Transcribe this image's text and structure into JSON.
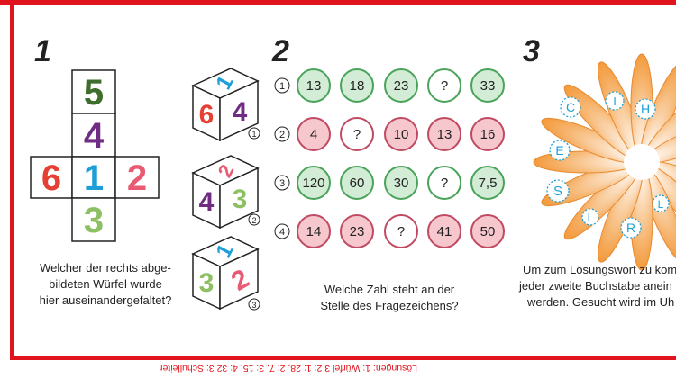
{
  "puzzles": {
    "p1": {
      "number": "1",
      "net": {
        "top": "5",
        "upper": "4",
        "left": "6",
        "center": "1",
        "right": "2",
        "bottom": "3"
      },
      "question_lines": [
        "Welcher der rechts abge-",
        "bildeten Würfel wurde",
        "hier auseinandergefaltet?"
      ],
      "cubes": [
        {
          "label": "1",
          "top": "1",
          "left": "6",
          "right": "4"
        },
        {
          "label": "2",
          "top": "2",
          "left": "4",
          "right": "3"
        },
        {
          "label": "3",
          "top": "1",
          "left": "3",
          "right": "2"
        }
      ]
    },
    "p2": {
      "number": "2",
      "rows": [
        {
          "label": "1",
          "values": [
            "13",
            "18",
            "23",
            "?",
            "33"
          ]
        },
        {
          "label": "2",
          "values": [
            "4",
            "?",
            "10",
            "13",
            "16"
          ]
        },
        {
          "label": "3",
          "values": [
            "120",
            "60",
            "30",
            "?",
            "7,5"
          ]
        },
        {
          "label": "4",
          "values": [
            "14",
            "23",
            "?",
            "41",
            "50"
          ]
        }
      ],
      "question_lines": [
        "Welche Zahl steht an der",
        "Stelle des Fragezeichens?"
      ]
    },
    "p3": {
      "number": "3",
      "letters": [
        "C",
        "I",
        "H",
        "E",
        "S",
        "L",
        "R",
        "L"
      ],
      "question_lines": [
        "Um zum Lösungswort zu kom",
        "jeder zweite Buchstabe anein",
        "werden. Gesucht wird im Uh"
      ]
    }
  },
  "solution": "Lösungen: 1: Würfel 3 2: 1: 28, 2: 7, 3: 15, 4: 32 3: Schulleiter",
  "colors": {
    "frame": "#e0141c",
    "green": "#3f6e2c",
    "purple": "#6f2c82",
    "red": "#e64034",
    "blue": "#1ea0d6",
    "lightgreen": "#8cc063",
    "pink": "#e85b73",
    "orange": "#f39a3b",
    "circle_green_fill": "#d2ecd5",
    "circle_pink_fill": "#f6c7cd"
  }
}
